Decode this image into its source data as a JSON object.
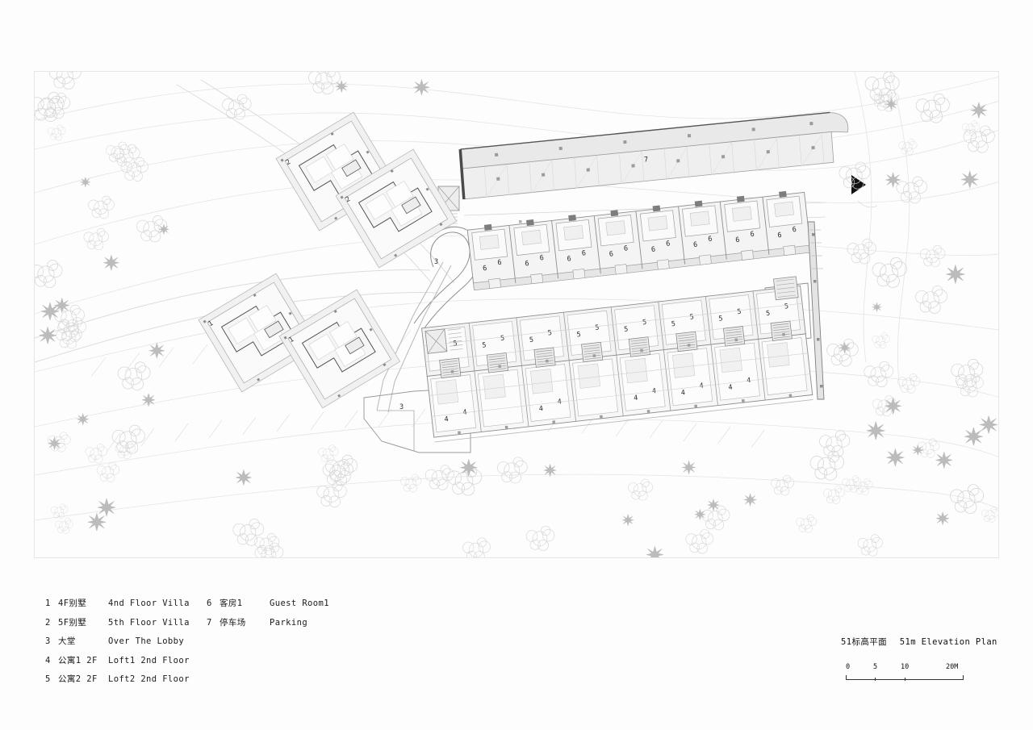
{
  "sheet": {
    "background": "#fdfdfd",
    "frame_color": "#e6e6e6"
  },
  "drawing": {
    "type": "architectural-site-plan",
    "ink": "#2b2b2b",
    "light_ink": "#d8d8d8",
    "fill_gray": "#f0f0f0",
    "tree_outline": "#d2d2d2",
    "tree_star": "#b6b6b6",
    "north_marker": "filled-left-triangle"
  },
  "legend": {
    "column_1": [
      {
        "num": "1",
        "cn": "4F别墅",
        "en": "4nd Floor Villa"
      },
      {
        "num": "2",
        "cn": "5F别墅",
        "en": "5th Floor Villa"
      },
      {
        "num": "3",
        "cn": "大堂",
        "en": "Over The Lobby"
      },
      {
        "num": "4",
        "cn": "公寓1 2F",
        "en": "Loft1 2nd Floor"
      },
      {
        "num": "5",
        "cn": "公寓2 2F",
        "en": "Loft2 2nd Floor"
      }
    ],
    "column_2": [
      {
        "num": "6",
        "cn": "客房1",
        "en": "Guest Room1"
      },
      {
        "num": "7",
        "cn": "停车场",
        "en": "Parking"
      }
    ]
  },
  "title_block": {
    "title_cn": "51标高平面",
    "title_en": "51m Elevation Plan"
  },
  "scale_bar": {
    "ticks": [
      {
        "label": "0",
        "pos_pct": 0
      },
      {
        "label": "5",
        "pos_pct": 25
      },
      {
        "label": "10",
        "pos_pct": 50
      },
      {
        "label": "20M",
        "pos_pct": 100
      }
    ]
  },
  "plan_labels": {
    "villa_5f": [
      "2",
      "2"
    ],
    "villa_4f": [
      "1",
      "1"
    ],
    "lobby": [
      "3",
      "3"
    ],
    "parking": [
      "7"
    ],
    "guest_rooms": [
      "6",
      "6",
      "6",
      "6",
      "6",
      "6",
      "6",
      "6",
      "6",
      "6",
      "6",
      "6",
      "6",
      "6",
      "6",
      "6"
    ],
    "loft2": [
      "5",
      "5",
      "5",
      "5",
      "5",
      "5",
      "5",
      "5",
      "5",
      "5",
      "5",
      "5",
      "5",
      "5",
      "5",
      "5"
    ],
    "loft1": [
      "4",
      "4",
      "4",
      "4",
      "4",
      "4",
      "4",
      "4",
      "4",
      "4"
    ]
  },
  "plan_geometry": {
    "guest_row": {
      "count": 8,
      "angle_deg": -6.5
    },
    "loft_rows": {
      "count": 8,
      "angle_deg": -6.5
    },
    "parking_bays": 16,
    "villa_rotation_deg": -31
  }
}
